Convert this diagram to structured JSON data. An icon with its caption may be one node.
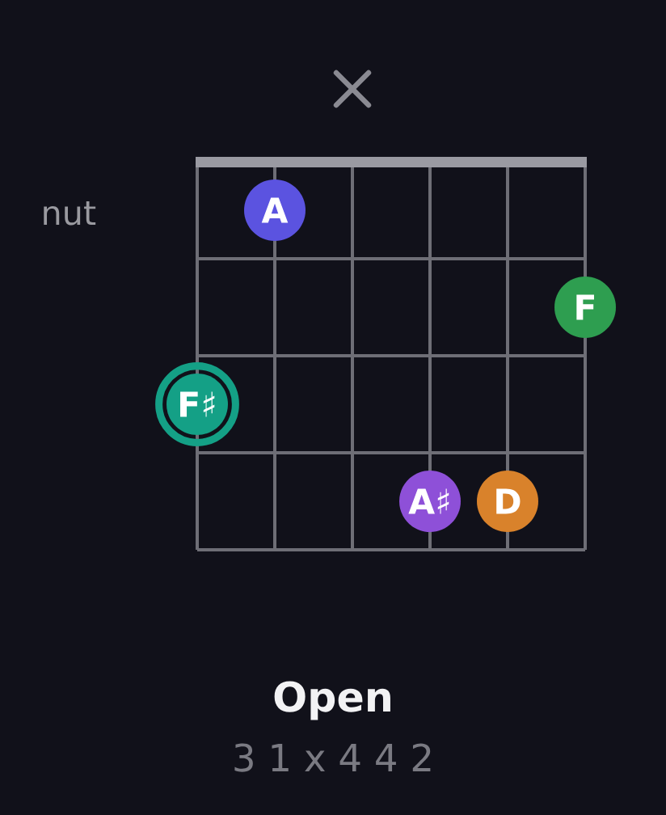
{
  "diagram": {
    "title": "Open",
    "nodes": [
      {
        "text": [
          "A"
        ]
      },
      {
        "text": [
          "F"
        ]
      },
      {
        "text": [
          "F♯"
        ]
      },
      {
        "text": [
          "A♯"
        ]
      },
      {
        "text": [
          "D"
        ]
      }
    ],
    "labels": [
      "nut",
      "3 1 x 4 4 2"
    ]
  }
}
